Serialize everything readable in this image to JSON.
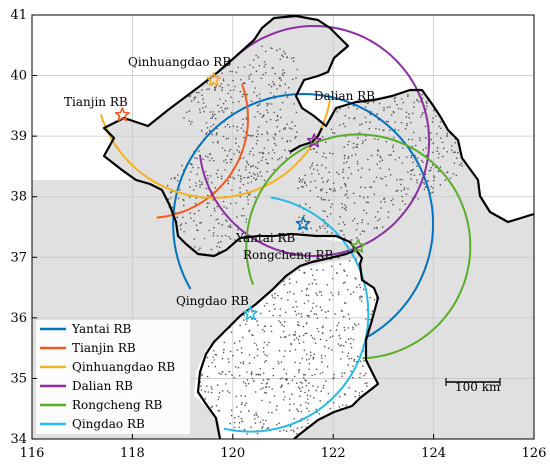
{
  "map": {
    "x_ticks": [
      "116",
      "118",
      "120",
      "122",
      "124",
      "126"
    ],
    "y_ticks": [
      "34",
      "35",
      "36",
      "37",
      "38",
      "39",
      "40",
      "41"
    ],
    "xlim": [
      116,
      126
    ],
    "ylim": [
      34,
      41
    ],
    "scale_bar_label": "100 km",
    "colors": {
      "land": "#ffffff",
      "sea": "#e0e0e0",
      "coast": "#000000",
      "grid": "#c8c8c8",
      "dots": "#555555"
    },
    "stations": [
      {
        "name": "Yantai RB",
        "lon": 121.4,
        "lat": 37.55,
        "color": "#0072bd"
      },
      {
        "name": "Tianjin RB",
        "lon": 117.8,
        "lat": 39.35,
        "color": "#f25a22"
      },
      {
        "name": "Qinhuangdao RB",
        "lon": 119.62,
        "lat": 39.93,
        "color": "#f4b21c"
      },
      {
        "name": "Dalian RB",
        "lon": 121.62,
        "lat": 38.92,
        "color": "#8b2fa0"
      },
      {
        "name": "Rongcheng RB",
        "lon": 122.5,
        "lat": 37.18,
        "color": "#5aad2a"
      },
      {
        "name": "Qingdao RB",
        "lon": 120.35,
        "lat": 36.07,
        "color": "#28b9e6"
      }
    ]
  }
}
